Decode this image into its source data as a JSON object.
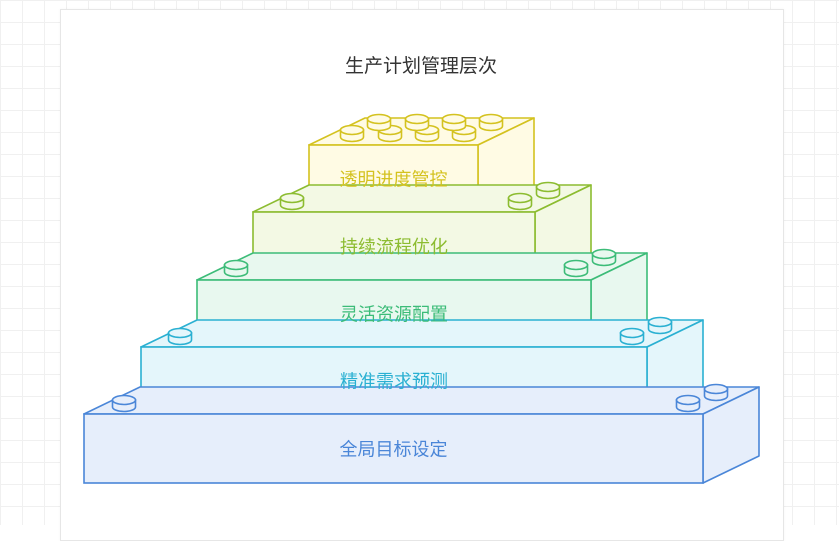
{
  "diagram": {
    "title": "生产计划管理层次",
    "layers": [
      {
        "label": "透明进度管控",
        "color": "#d4c21f",
        "fill": "#fffbe4"
      },
      {
        "label": "持续流程优化",
        "color": "#8cbc30",
        "fill": "#f3f9e4"
      },
      {
        "label": "灵活资源配置",
        "color": "#3cbc78",
        "fill": "#e8f8ef"
      },
      {
        "label": "精准需求预测",
        "color": "#2ab0d2",
        "fill": "#e4f6fb"
      },
      {
        "label": "全局目标设定",
        "color": "#4a86d8",
        "fill": "#e6eefb"
      }
    ]
  }
}
